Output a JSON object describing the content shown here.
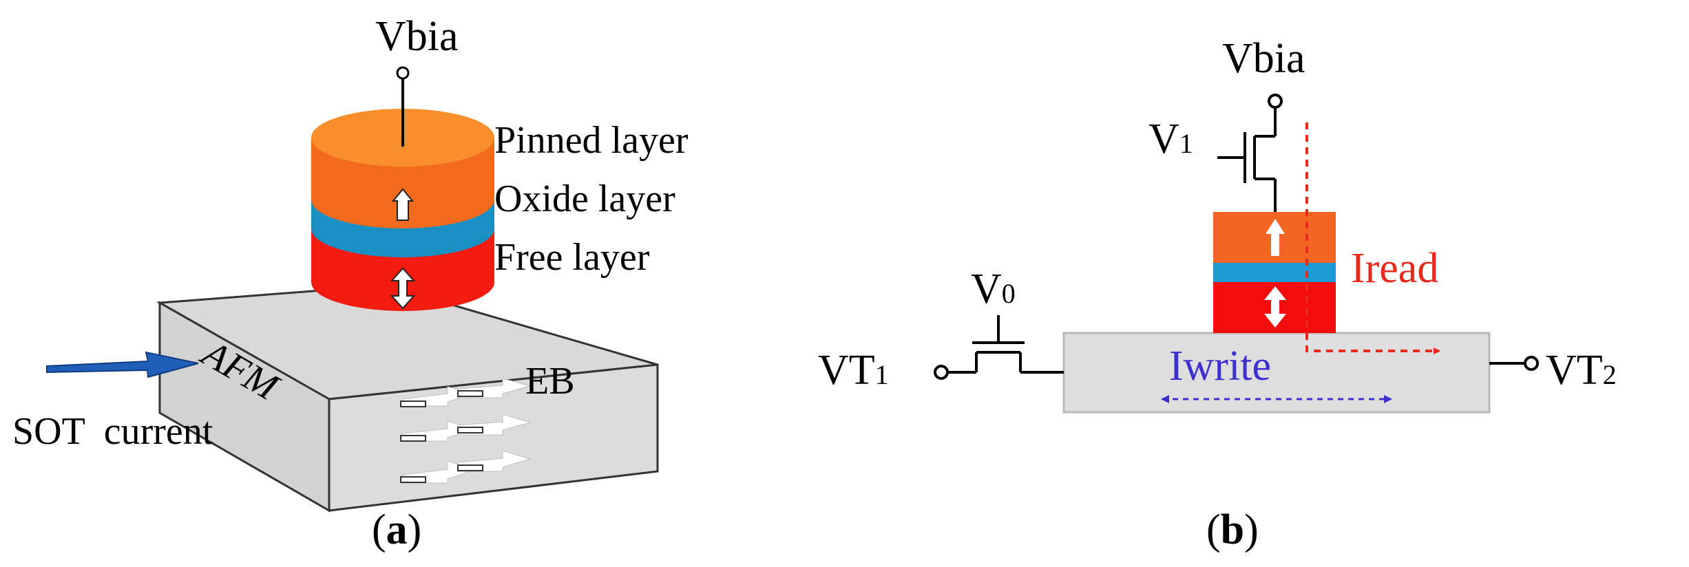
{
  "panel_a": {
    "caption_open": "(",
    "caption_letter": "a",
    "caption_close": ")",
    "terminal_label": "Vbia",
    "layer_labels": {
      "pinned": "Pinned layer",
      "oxide": "Oxide layer",
      "free": "Free layer"
    },
    "substrate_label": "AFM",
    "bias_label": "EB",
    "input_label": "SOT  current"
  },
  "panel_b": {
    "caption_open": "(",
    "caption_letter": "b",
    "caption_close": ")",
    "terminal_label": "Vbia",
    "gate_top_label": "V",
    "gate_top_sub": "1",
    "gate_left_label": "V",
    "gate_left_sub": "0",
    "left_terminal_label": "VT",
    "left_terminal_sub": "1",
    "right_terminal_label": "VT",
    "right_terminal_sub": "2",
    "read_current_label": "Iread",
    "write_current_label": "Iwrite"
  },
  "colors": {
    "pinned_layer": "#f47a1f",
    "oxide_layer": "#1a8fc4",
    "free_layer": "#f31a0f",
    "substrate": "#dcdcdc",
    "read_current": "#e8291c",
    "write_current": "#3d2fd0",
    "sot_arrow": "#1f5fb8"
  },
  "icons": {
    "terminal": "open-circle-terminal",
    "pinned_magnetization": "up-arrow-icon",
    "free_magnetization": "double-arrow-icon",
    "exchange_bias": "right-arrow-icon"
  }
}
